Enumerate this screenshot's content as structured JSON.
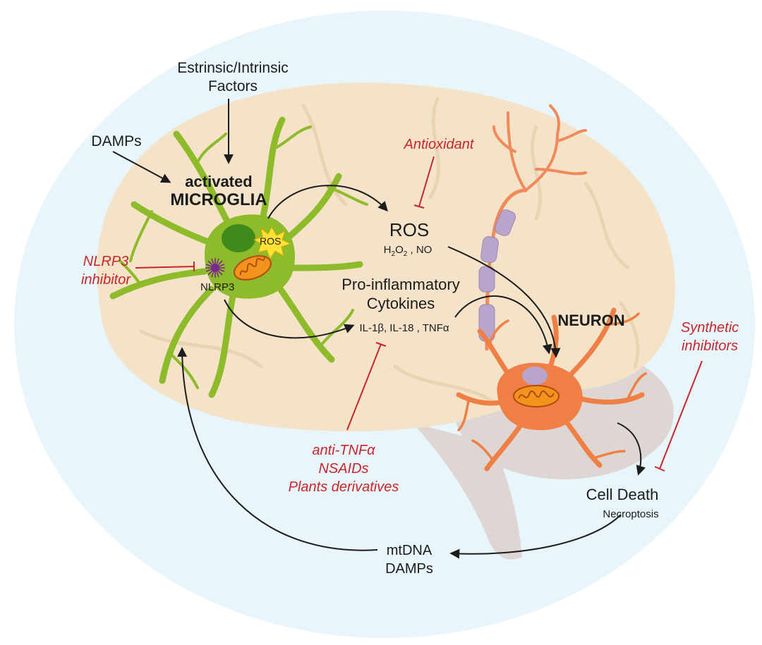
{
  "colors": {
    "halo": "#e8f5fa",
    "brain": "#f4e3c8",
    "cerebellum": "#ded6d2",
    "microglia": "#8dbb2a",
    "microglia_nucleus": "#3f8a1c",
    "ros_burst": "#ffe235",
    "mitochondria": "#f2931c",
    "neuron": "#f07f45",
    "axon_myelin": "#b9a5cc",
    "inhibitor_red": "#c8262a",
    "arrow": "#1c1c1c"
  },
  "inputs": {
    "factors": [
      "Estrinsic/Intrinsic",
      "Factors"
    ],
    "damps": "DAMPs"
  },
  "microglia": {
    "state": "activated",
    "name": "MICROGLIA",
    "ros_tag": "ROS",
    "inflammasome": "NLRP3"
  },
  "mediators": {
    "ros_title": "ROS",
    "ros_h2o2_base": "H",
    "ros_h2o2_sub1": "2",
    "ros_h2o2_o": "O",
    "ros_h2o2_sub2": "2",
    "ros_no": " , NO",
    "cytokines_title": [
      "Pro-inflammatory",
      "Cytokines"
    ],
    "cytokines_list": "IL-1β, IL-18 , TNFα"
  },
  "neuron": {
    "name": "NEURON"
  },
  "outcome": {
    "cell_death": "Cell Death",
    "mechanism": "Necroptosis",
    "released": [
      "mtDNA",
      "DAMPs"
    ]
  },
  "interventions": {
    "antioxidant": "Antioxidant",
    "nlrp3_inhibitor": [
      "NLRP3",
      "inhibitor"
    ],
    "anti_inflammatory": [
      "anti-TNFα",
      "NSAIDs",
      "Plants derivatives"
    ],
    "synthetic": [
      "Synthetic",
      "inhibitors"
    ]
  }
}
